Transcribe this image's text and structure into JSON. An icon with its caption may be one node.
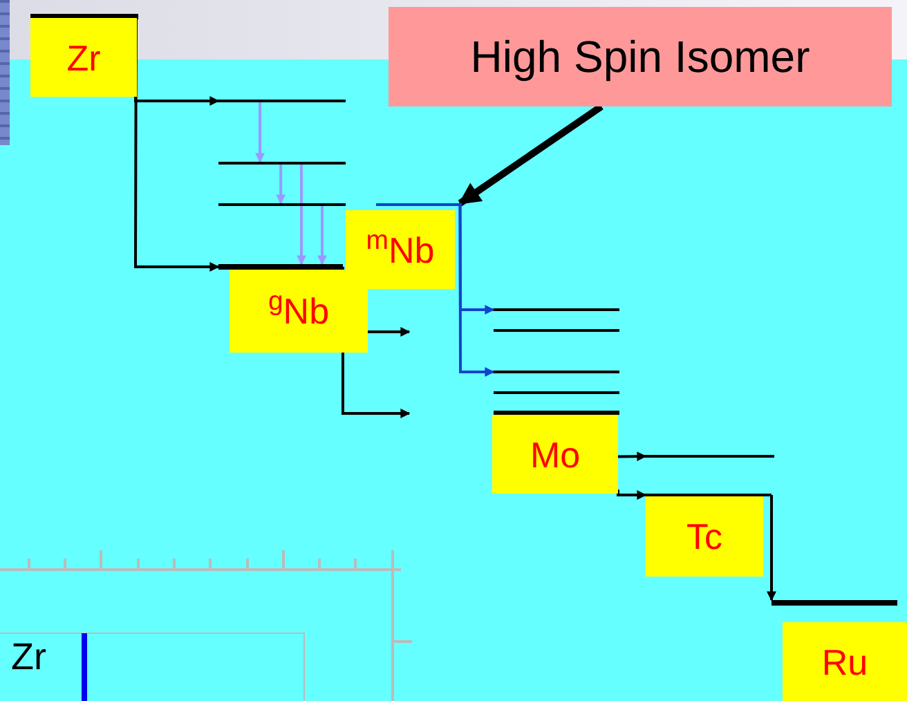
{
  "diagram": {
    "nodes": [
      {
        "text": [
          "High Spin Isomer"
        ]
      },
      {
        "text": [],
        "shape": "bar"
      },
      {
        "text": [
          "Zr"
        ]
      },
      {
        "text": [],
        "shape": "bar"
      },
      {
        "text": [],
        "shape": "bar"
      },
      {
        "text": [],
        "shape": "bar"
      },
      {
        "text": [],
        "shape": "bar"
      },
      {
        "text": [
          "$^{g}$Nb"
        ]
      },
      {
        "text": [],
        "shape": "bar"
      },
      {
        "text": [
          "$^{m}$Nb"
        ]
      },
      {
        "text": [],
        "shape": "bar"
      },
      {
        "text": [],
        "shape": "bar"
      },
      {
        "text": [],
        "shape": "bar"
      },
      {
        "text": [],
        "shape": "bar"
      },
      {
        "text": [],
        "shape": "bar"
      },
      {
        "text": [
          "Mo"
        ]
      },
      {
        "text": [],
        "shape": "bar"
      },
      {
        "text": [],
        "shape": "bar"
      },
      {
        "text": [
          "Tc"
        ]
      },
      {
        "text": [],
        "shape": "bar"
      },
      {
        "text": [
          "Ru"
        ]
      }
    ],
    "edges": [
      {
        "from": 1,
        "to": 3,
        "arrow": "to"
      },
      {
        "from": 1,
        "to": 6,
        "arrow": "to"
      },
      {
        "from": 3,
        "to": 4,
        "arrow": "to",
        "color": "#9999ff"
      },
      {
        "from": 4,
        "to": 5,
        "arrow": "to",
        "color": "#9999ff"
      },
      {
        "from": 4,
        "to": 6,
        "arrow": "to",
        "color": "#9999ff"
      },
      {
        "from": 5,
        "to": 6,
        "arrow": "to",
        "color": "#9999ff"
      },
      {
        "from": 0,
        "to": 8,
        "arrow": "to",
        "style": "thick"
      },
      {
        "from": 8,
        "to": 10,
        "arrow": "to",
        "color": "#1144cc"
      },
      {
        "from": 8,
        "to": 12,
        "arrow": "to",
        "color": "#1144cc"
      },
      {
        "from": 6,
        "to": null,
        "arrow": "to"
      },
      {
        "from": 6,
        "to": null,
        "arrow": "to"
      },
      {
        "from": 15,
        "to": 16,
        "arrow": "to"
      },
      {
        "from": 15,
        "to": 17,
        "arrow": "to"
      },
      {
        "from": 17,
        "to": 19,
        "arrow": "to"
      }
    ],
    "labels": [
      "Zr"
    ]
  }
}
